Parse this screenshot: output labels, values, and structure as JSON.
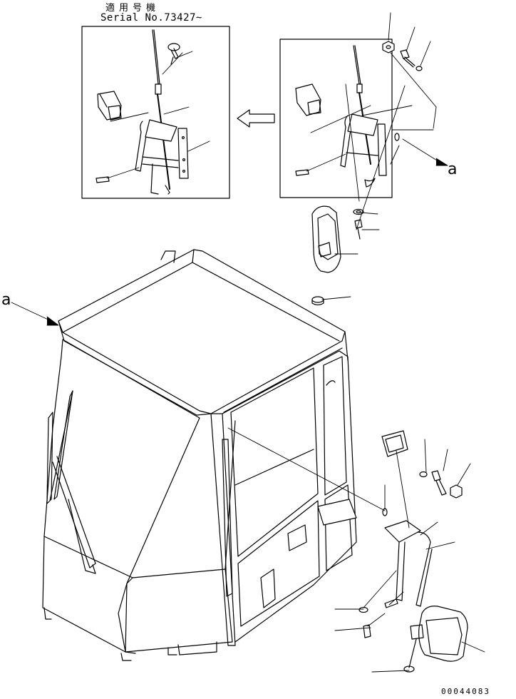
{
  "header": {
    "applicable_model_label": "適用号機",
    "serial_label": "Serial No.73427~"
  },
  "callouts": {
    "view_ref_left": "a",
    "view_ref_right": "a"
  },
  "footer": {
    "drawing_number": "00044083"
  }
}
